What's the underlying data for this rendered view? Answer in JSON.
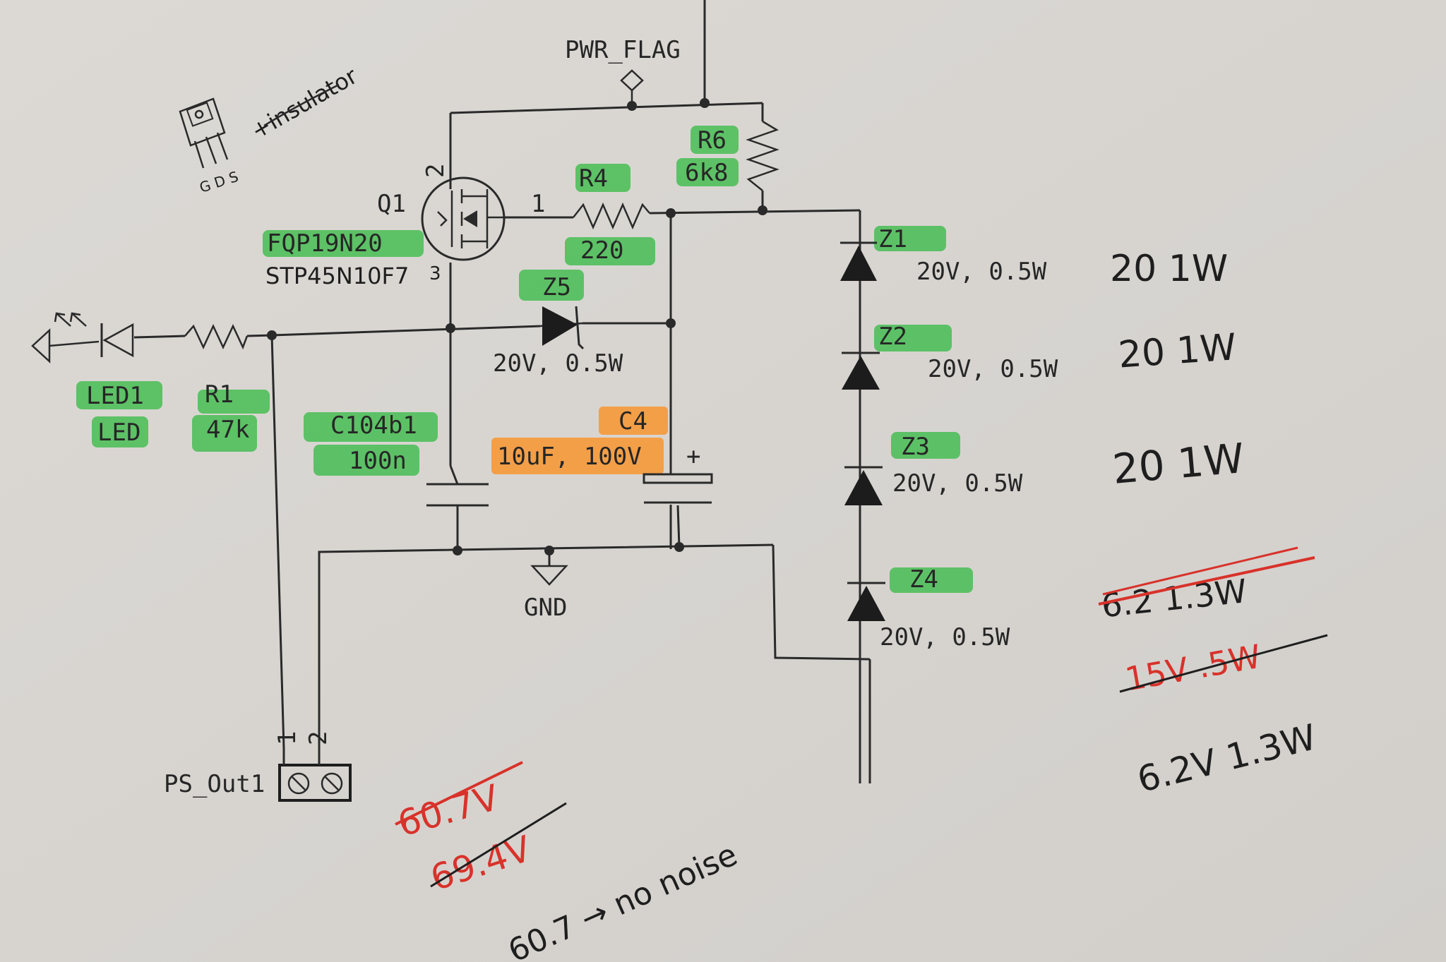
{
  "power": {
    "flag": "PWR_FLAG",
    "ground": "GND"
  },
  "transistor": {
    "ref": "Q1",
    "part": "FQP19N20",
    "alt_part": "STP45N10F7",
    "pin_gate": "1",
    "pin_drain": "2",
    "pin_source": "3",
    "sketch_pins": "G D S",
    "sketch_note": "+insulator"
  },
  "resistors": [
    {
      "ref": "R1",
      "value": "47k"
    },
    {
      "ref": "R4",
      "value": "220"
    },
    {
      "ref": "R6",
      "value": "6k8"
    }
  ],
  "capacitors": [
    {
      "ref": "C104b1",
      "value": "100n"
    },
    {
      "ref": "C4",
      "value": "10uF, 100V",
      "polarity": "+"
    }
  ],
  "led": {
    "ref": "LED1",
    "value": "LED"
  },
  "zeners": [
    {
      "ref": "Z1",
      "rating": "20V, 0.5W",
      "note": "20  1W"
    },
    {
      "ref": "Z2",
      "rating": "20V, 0.5W",
      "note": "20  1W"
    },
    {
      "ref": "Z3",
      "rating": "20V, 0.5W",
      "note": "20  1W"
    },
    {
      "ref": "Z4",
      "rating": "20V, 0.5W",
      "note_struck_1": "6.2  1.3W",
      "note_struck_2": "15V  .5W",
      "note_final": "6.2V 1.3W"
    },
    {
      "ref": "Z5",
      "rating": "20V, 0.5W"
    }
  ],
  "connector": {
    "ref": "PS_Out1",
    "pin1": "1",
    "pin2": "2"
  },
  "measurements": {
    "struck_1": "60.7V",
    "struck_2": "69.4V",
    "final": "60.7 → no noise"
  },
  "colors": {
    "paper": "#d9d6d2",
    "highlight_green": "#4fbf5a",
    "highlight_orange": "#f59a3c",
    "correction_red": "#d8322a"
  }
}
